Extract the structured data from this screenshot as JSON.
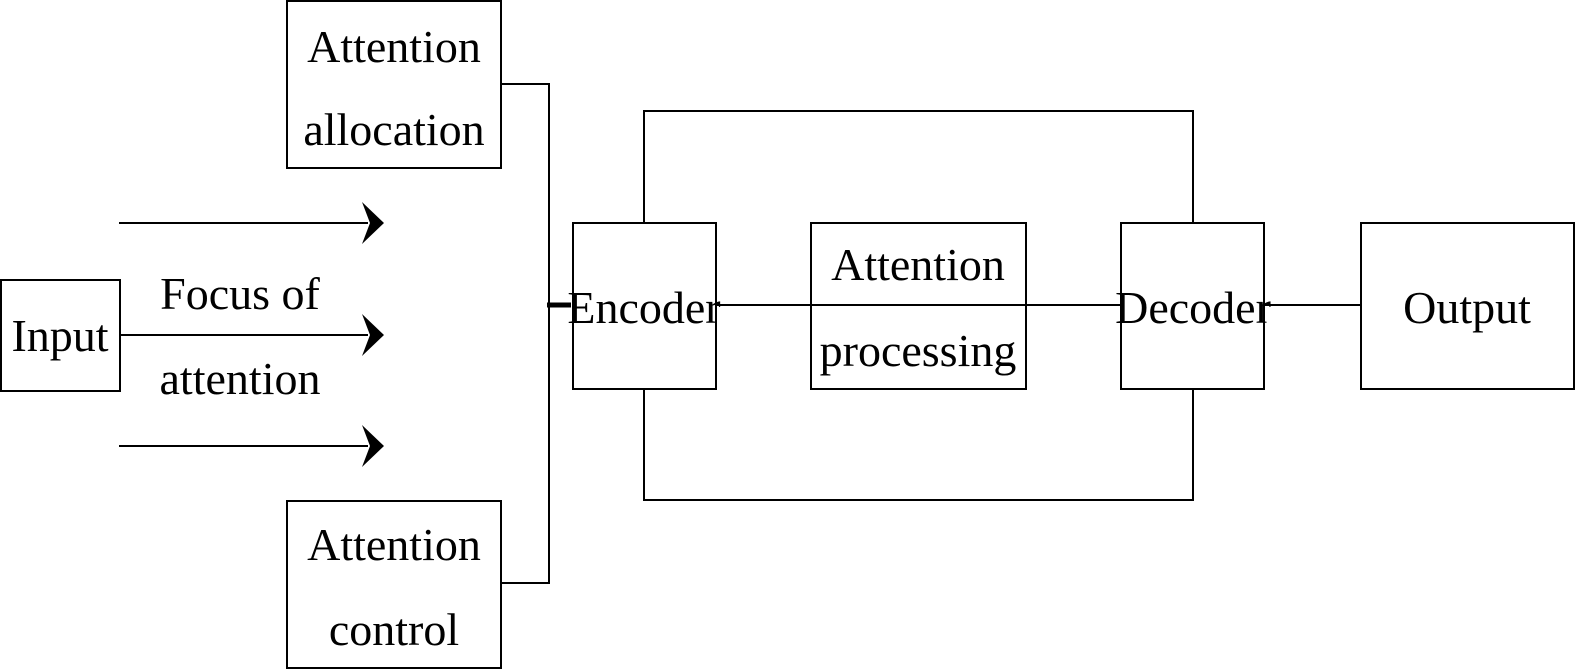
{
  "nodes": {
    "input": {
      "label": "Input"
    },
    "focus_of_attention": {
      "line1": "Focus of",
      "line2": "attention"
    },
    "attention_allocation": {
      "line1": "Attention",
      "line2": "allocation"
    },
    "attention_control": {
      "line1": "Attention",
      "line2": "control"
    },
    "encoder": {
      "label": "Encoder"
    },
    "attention_processing": {
      "line1": "Attention",
      "line2": "processing"
    },
    "decoder": {
      "label": "Decoder"
    },
    "output": {
      "label": "Output"
    }
  },
  "edges": [
    {
      "from": "input",
      "to": "focus_of_attention",
      "style": "arrow",
      "count": 3
    },
    {
      "from": "attention_allocation",
      "to": "encoder",
      "style": "line"
    },
    {
      "from": "attention_control",
      "to": "encoder",
      "style": "line"
    },
    {
      "from": "encoder",
      "to": "attention_processing",
      "style": "line"
    },
    {
      "from": "attention_processing",
      "to": "decoder",
      "style": "line"
    },
    {
      "from": "encoder",
      "to": "decoder",
      "style": "line",
      "route": "loop-top"
    },
    {
      "from": "encoder",
      "to": "decoder",
      "style": "line",
      "route": "loop-bottom"
    },
    {
      "from": "decoder",
      "to": "output",
      "style": "line"
    }
  ],
  "colors": {
    "stroke": "#000000",
    "fill": "#ffffff",
    "text": "#000000"
  }
}
